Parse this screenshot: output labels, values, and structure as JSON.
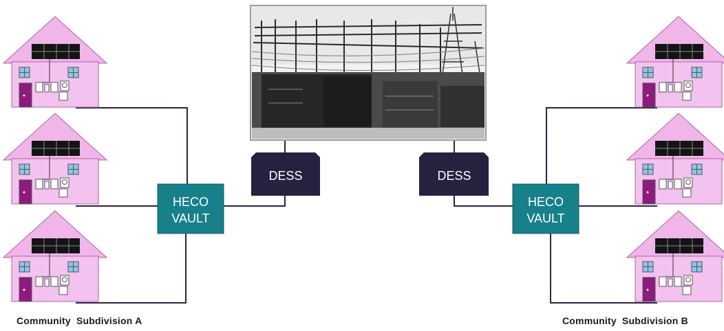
{
  "diagram": {
    "substation": {
      "label": ""
    },
    "dess_left": {
      "label": "DESS"
    },
    "dess_right": {
      "label": "DESS"
    },
    "vault_left": {
      "line1": "HECO",
      "line2": "VAULT"
    },
    "vault_right": {
      "line1": "HECO",
      "line2": "VAULT"
    },
    "caption_a": "Community  Subdivision A",
    "caption_b": "Community  Subdivision B"
  },
  "colors": {
    "line": "#2b2248",
    "dess_fill": "#27203f",
    "vault_fill": "#17808a",
    "vault_stroke": "#0f5e66",
    "house_wall": "#f3c2ee",
    "house_roof": "#f0b6ea",
    "house_edge": "#b0609e",
    "door": "#8e1a7e",
    "solar_panel": "#141414",
    "window": "#8fc4ea"
  },
  "icons": [
    "house-icon",
    "solar-panel-icon",
    "meter-icon",
    "substation-photo"
  ]
}
